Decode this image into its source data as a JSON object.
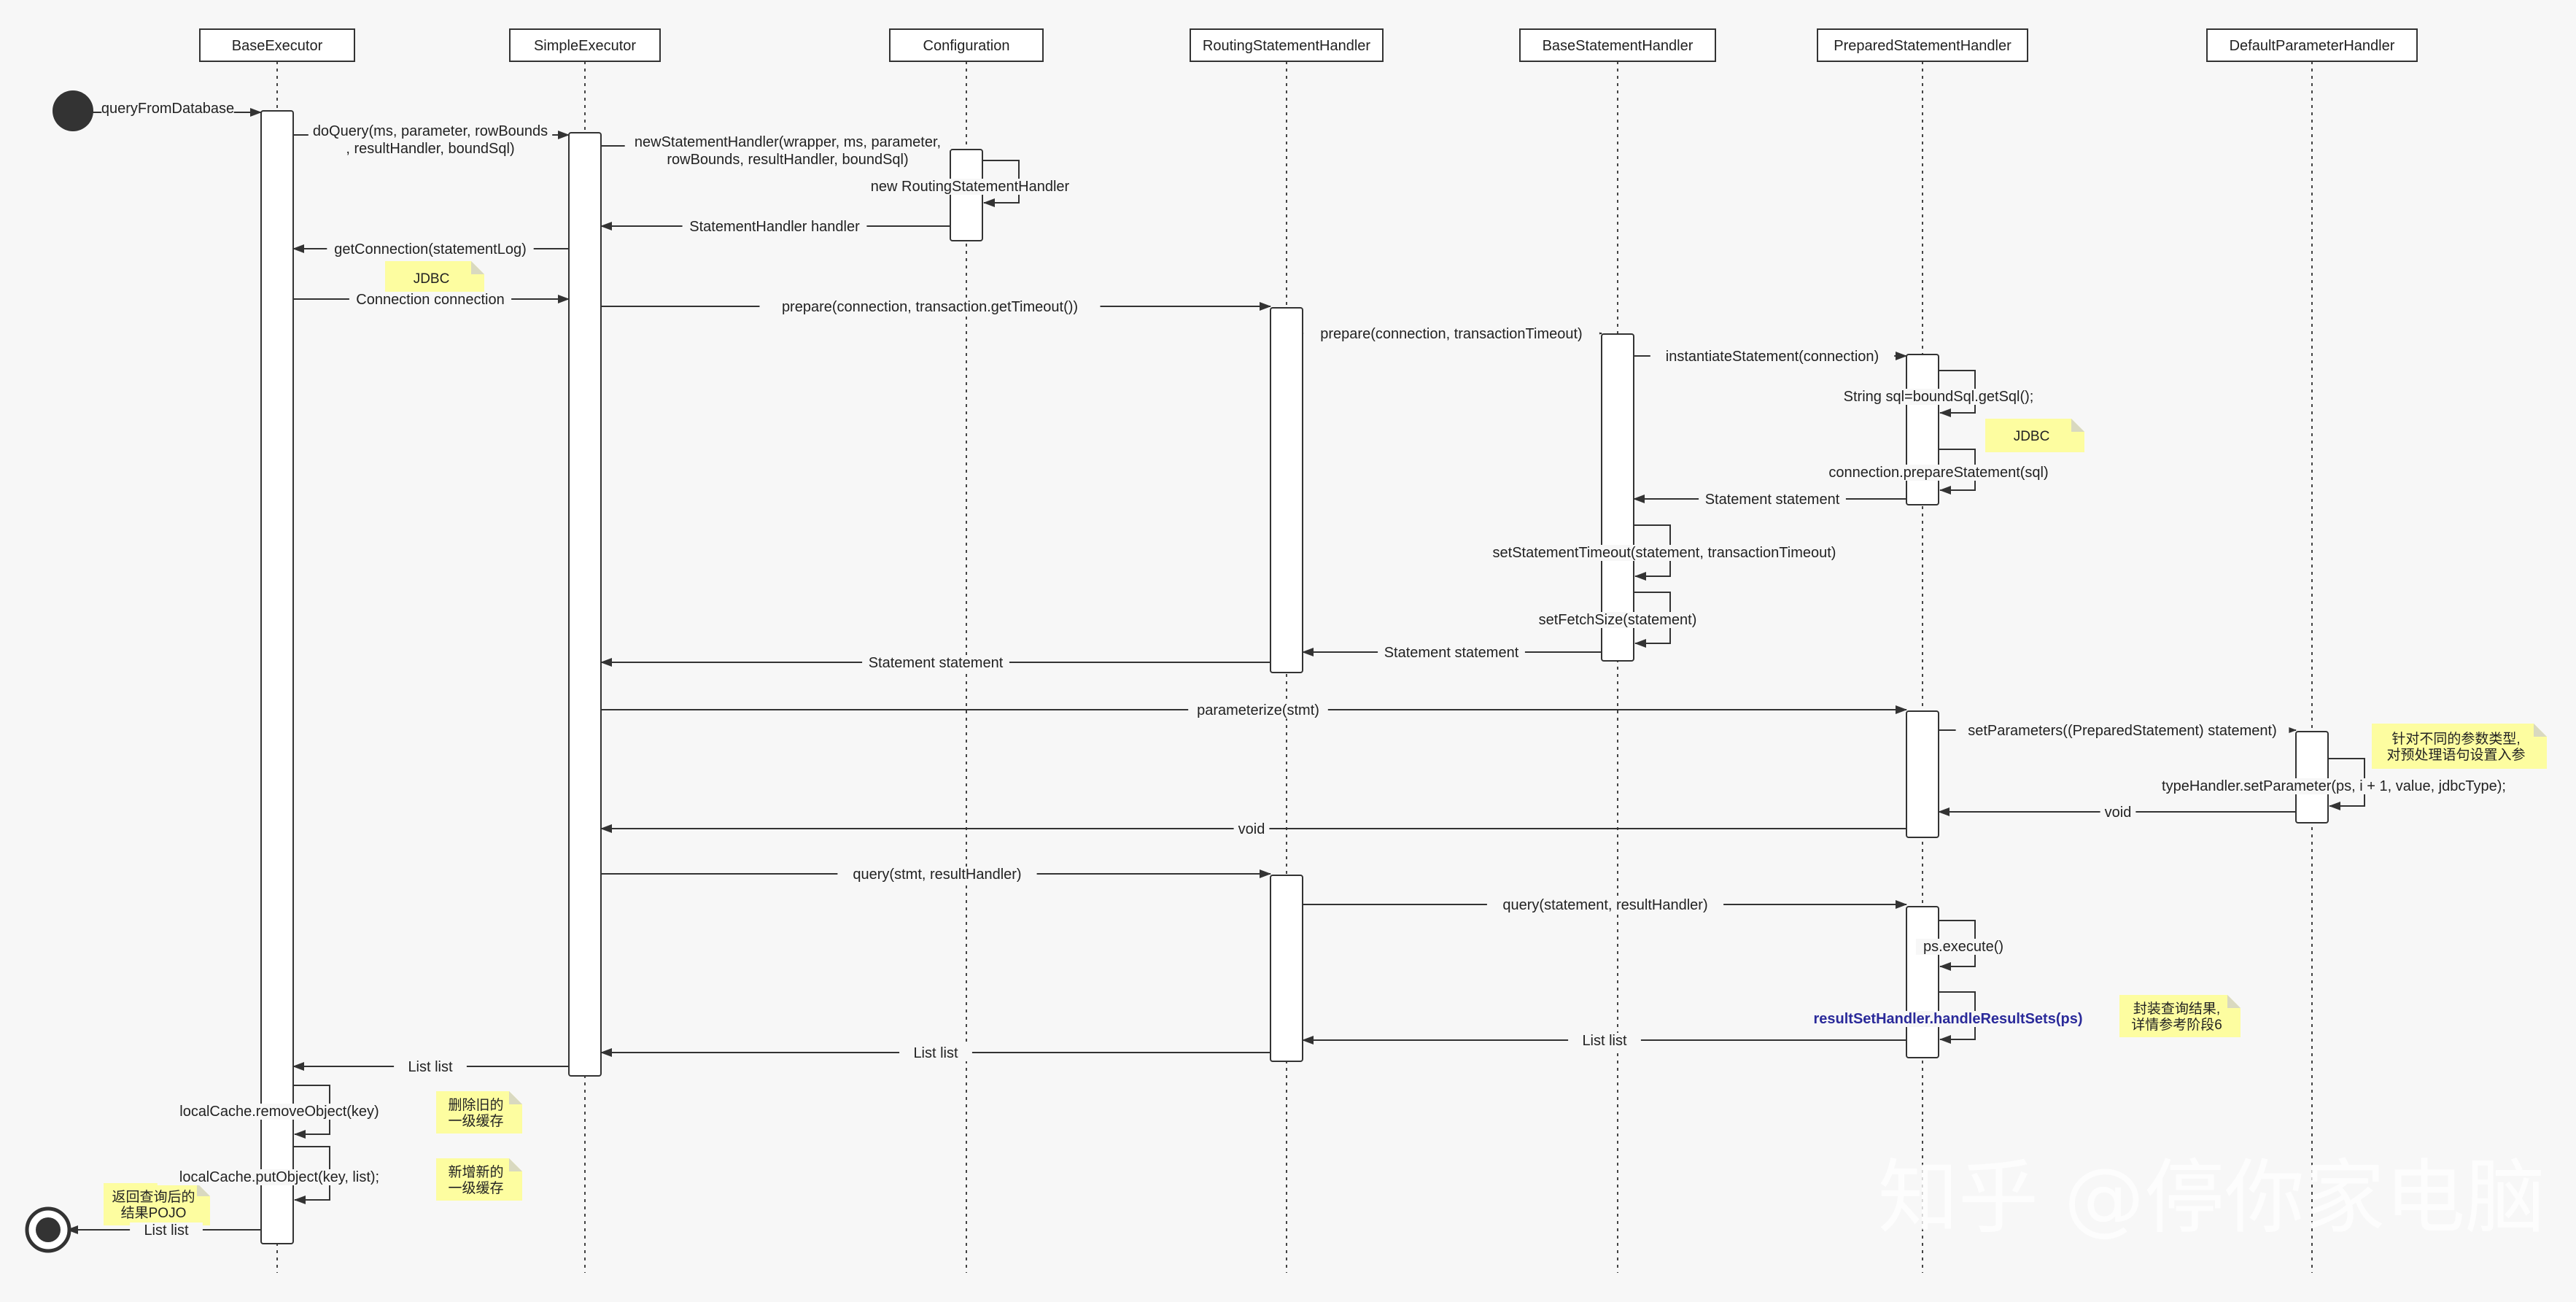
{
  "participants": [
    "BaseExecutor",
    "SimpleExecutor",
    "Configuration",
    "RoutingStatementHandler",
    "BaseStatementHandler",
    "PreparedStatementHandler",
    "DefaultParameterHandler"
  ],
  "messages": [
    {
      "id": "m1",
      "text": [
        "queryFromDatabase"
      ]
    },
    {
      "id": "m2",
      "text": [
        "doQuery(ms, parameter, rowBounds",
        ", resultHandler, boundSql)"
      ]
    },
    {
      "id": "m3",
      "text": [
        "newStatementHandler(wrapper, ms, parameter,",
        "rowBounds, resultHandler, boundSql)"
      ]
    },
    {
      "id": "m4",
      "text": [
        "new RoutingStatementHandler"
      ]
    },
    {
      "id": "m5",
      "text": [
        "StatementHandler handler"
      ]
    },
    {
      "id": "m6",
      "text": [
        "getConnection(statementLog)"
      ]
    },
    {
      "id": "m7",
      "text": [
        "Connection connection"
      ]
    },
    {
      "id": "m8",
      "text": [
        "prepare(connection, transaction.getTimeout())"
      ]
    },
    {
      "id": "m9",
      "text": [
        "prepare(connection, transactionTimeout)"
      ]
    },
    {
      "id": "m10",
      "text": [
        "instantiateStatement(connection)"
      ]
    },
    {
      "id": "m11",
      "text": [
        "String sql=boundSql.getSql();"
      ]
    },
    {
      "id": "m12",
      "text": [
        "connection.prepareStatement(sql)"
      ]
    },
    {
      "id": "m13",
      "text": [
        "Statement statement"
      ]
    },
    {
      "id": "m14",
      "text": [
        "setStatementTimeout(statement, transactionTimeout)"
      ]
    },
    {
      "id": "m15",
      "text": [
        "setFetchSize(statement)"
      ]
    },
    {
      "id": "m16",
      "text": [
        "Statement statement"
      ]
    },
    {
      "id": "m17",
      "text": [
        "Statement statement"
      ]
    },
    {
      "id": "m18",
      "text": [
        "parameterize(stmt)"
      ]
    },
    {
      "id": "m19",
      "text": [
        "setParameters((PreparedStatement) statement)"
      ]
    },
    {
      "id": "m20",
      "text": [
        "typeHandler.setParameter(ps, i + 1, value, jdbcType);"
      ]
    },
    {
      "id": "m21",
      "text": [
        "void"
      ]
    },
    {
      "id": "m22",
      "text": [
        "void"
      ]
    },
    {
      "id": "m23",
      "text": [
        "query(stmt, resultHandler)"
      ]
    },
    {
      "id": "m24",
      "text": [
        "query(statement, resultHandler)"
      ]
    },
    {
      "id": "m25",
      "text": [
        "ps.execute()"
      ]
    },
    {
      "id": "m26",
      "text": [
        "resultSetHandler.handleResultSets(ps)"
      ]
    },
    {
      "id": "m27",
      "text": [
        "List list"
      ]
    },
    {
      "id": "m28",
      "text": [
        "List list"
      ]
    },
    {
      "id": "m29",
      "text": [
        "List list"
      ]
    },
    {
      "id": "m30",
      "text": [
        "localCache.removeObject(key)"
      ]
    },
    {
      "id": "m31",
      "text": [
        "localCache.putObject(key, list);"
      ]
    },
    {
      "id": "m32",
      "text": [
        "List list"
      ]
    }
  ],
  "notes": [
    {
      "id": "n1",
      "lines": [
        "JDBC"
      ]
    },
    {
      "id": "n2",
      "lines": [
        "JDBC"
      ]
    },
    {
      "id": "n3",
      "lines": [
        "针对不同的参数类型,",
        "对预处理语句设置入参"
      ]
    },
    {
      "id": "n4",
      "lines": [
        "封装查询结果,",
        "详情参考阶段6"
      ]
    },
    {
      "id": "n5",
      "lines": [
        "删除旧的",
        "一级缓存"
      ]
    },
    {
      "id": "n6",
      "lines": [
        "新增新的",
        "一级缓存"
      ]
    },
    {
      "id": "n7",
      "lines": [
        "返回查询后的",
        "结果POJO"
      ]
    }
  ],
  "watermark": "知乎 @停你家电脑",
  "colors": {
    "background": "#f7f7f7",
    "line": "#333333",
    "note": "#fdfda0",
    "highlight_text": "#2a2a9a"
  }
}
